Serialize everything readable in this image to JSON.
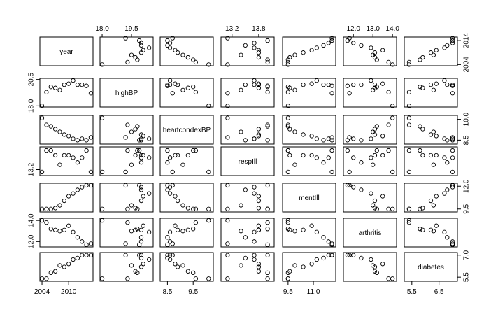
{
  "chart_data": {
    "type": "scatter",
    "variables": [
      "year",
      "highBP",
      "heartcondexBP",
      "respIll",
      "mentIll",
      "arthritis",
      "diabetes"
    ],
    "ranges": {
      "year": [
        2004,
        2015
      ],
      "highBP": [
        18.0,
        20.5
      ],
      "heartcondexBP": [
        8.3,
        10.2
      ],
      "respIll": [
        13.0,
        14.1
      ],
      "mentIll": [
        9.3,
        12.2
      ],
      "arthritis": [
        11.6,
        14.1
      ],
      "diabetes": [
        5.3,
        7.1
      ]
    },
    "axes": {
      "top": {
        "0": null,
        "1": {
          "ticks": [
            18.0,
            19.5
          ],
          "labels": [
            "18.0",
            "19.5"
          ]
        },
        "2": null,
        "3": {
          "ticks": [
            13.2,
            13.8
          ],
          "labels": [
            "13.2",
            "13.8"
          ]
        },
        "4": null,
        "5": {
          "ticks": [
            12.0,
            13.0,
            14.0
          ],
          "labels": [
            "12.0",
            "13.0",
            "14.0"
          ]
        },
        "6": null
      },
      "bottom": {
        "0": {
          "ticks": [
            2004,
            2010
          ],
          "labels": [
            "2004",
            "2010"
          ]
        },
        "1": null,
        "2": {
          "ticks": [
            8.5,
            9.5
          ],
          "labels": [
            "8.5",
            "9.5"
          ]
        },
        "3": null,
        "4": {
          "ticks": [
            9.5,
            11.0
          ],
          "labels": [
            "9.5",
            "11.0"
          ]
        },
        "5": null,
        "6": {
          "ticks": [
            5.5,
            6.5
          ],
          "labels": [
            "5.5",
            "6.5"
          ]
        }
      },
      "left": {
        "0": null,
        "1": {
          "ticks": [
            18.0,
            20.5
          ],
          "labels": [
            "18.0",
            "20.5"
          ]
        },
        "2": null,
        "3": {
          "ticks": [
            13.2
          ],
          "labels": [
            "13.2"
          ]
        },
        "4": null,
        "5": {
          "ticks": [
            12.0,
            14.0
          ],
          "labels": [
            "12.0",
            "14.0"
          ]
        },
        "6": null
      },
      "right": {
        "0": {
          "ticks": [
            2004,
            2014
          ],
          "labels": [
            "2004",
            "2014"
          ]
        },
        "1": null,
        "2": {
          "ticks": [
            8.5,
            10.0
          ],
          "labels": [
            "8.5",
            "10.0"
          ]
        },
        "3": null,
        "4": {
          "ticks": [
            9.5,
            12.0
          ],
          "labels": [
            "9.5",
            "12.0"
          ]
        },
        "5": null,
        "6": {
          "ticks": [
            5.5,
            7.0
          ],
          "labels": [
            "5.5",
            "7.0"
          ]
        }
      }
    },
    "observations": [
      {
        "year": 2004,
        "highBP": 18.0,
        "heartcondexBP": 10.1,
        "respIll": 13.1,
        "mentIll": 9.5,
        "arthritis": 14.0,
        "diabetes": 5.4
      },
      {
        "year": 2005,
        "highBP": 19.3,
        "heartcondexBP": 9.6,
        "respIll": 14.0,
        "mentIll": 9.5,
        "arthritis": 13.8,
        "diabetes": 5.4
      },
      {
        "year": 2006,
        "highBP": 19.8,
        "heartcondexBP": 9.5,
        "respIll": 14.0,
        "mentIll": 9.5,
        "arthritis": 13.2,
        "diabetes": 5.8
      },
      {
        "year": 2007,
        "highBP": 19.7,
        "heartcondexBP": 9.3,
        "respIll": 13.8,
        "mentIll": 9.6,
        "arthritis": 13.1,
        "diabetes": 5.9
      },
      {
        "year": 2008,
        "highBP": 19.5,
        "heartcondexBP": 9.1,
        "respIll": 13.4,
        "mentIll": 9.9,
        "arthritis": 13.0,
        "diabetes": 6.3
      },
      {
        "year": 2009,
        "highBP": 20.0,
        "heartcondexBP": 8.9,
        "respIll": 13.8,
        "mentIll": 10.4,
        "arthritis": 13.1,
        "diabetes": 6.2
      },
      {
        "year": 2010,
        "highBP": 20.1,
        "heartcondexBP": 8.8,
        "respIll": 13.8,
        "mentIll": 10.9,
        "arthritis": 13.5,
        "diabetes": 6.4
      },
      {
        "year": 2011,
        "highBP": 20.4,
        "heartcondexBP": 8.6,
        "respIll": 13.7,
        "mentIll": 11.2,
        "arthritis": 12.9,
        "diabetes": 6.7
      },
      {
        "year": 2012,
        "highBP": 20.0,
        "heartcondexBP": 8.5,
        "respIll": 13.5,
        "mentIll": 11.6,
        "arthritis": 12.4,
        "diabetes": 6.8
      },
      {
        "year": 2013,
        "highBP": 20.0,
        "heartcondexBP": 8.6,
        "respIll": 13.7,
        "mentIll": 11.9,
        "arthritis": 12.0,
        "diabetes": 7.0
      },
      {
        "year": 2014,
        "highBP": 19.9,
        "heartcondexBP": 8.5,
        "respIll": 14.0,
        "mentIll": 12.1,
        "arthritis": 11.7,
        "diabetes": 7.0
      },
      {
        "year": 2015,
        "highBP": 19.2,
        "heartcondexBP": 8.7,
        "respIll": 13.1,
        "mentIll": 12.1,
        "arthritis": 11.8,
        "diabetes": 7.0
      }
    ]
  }
}
